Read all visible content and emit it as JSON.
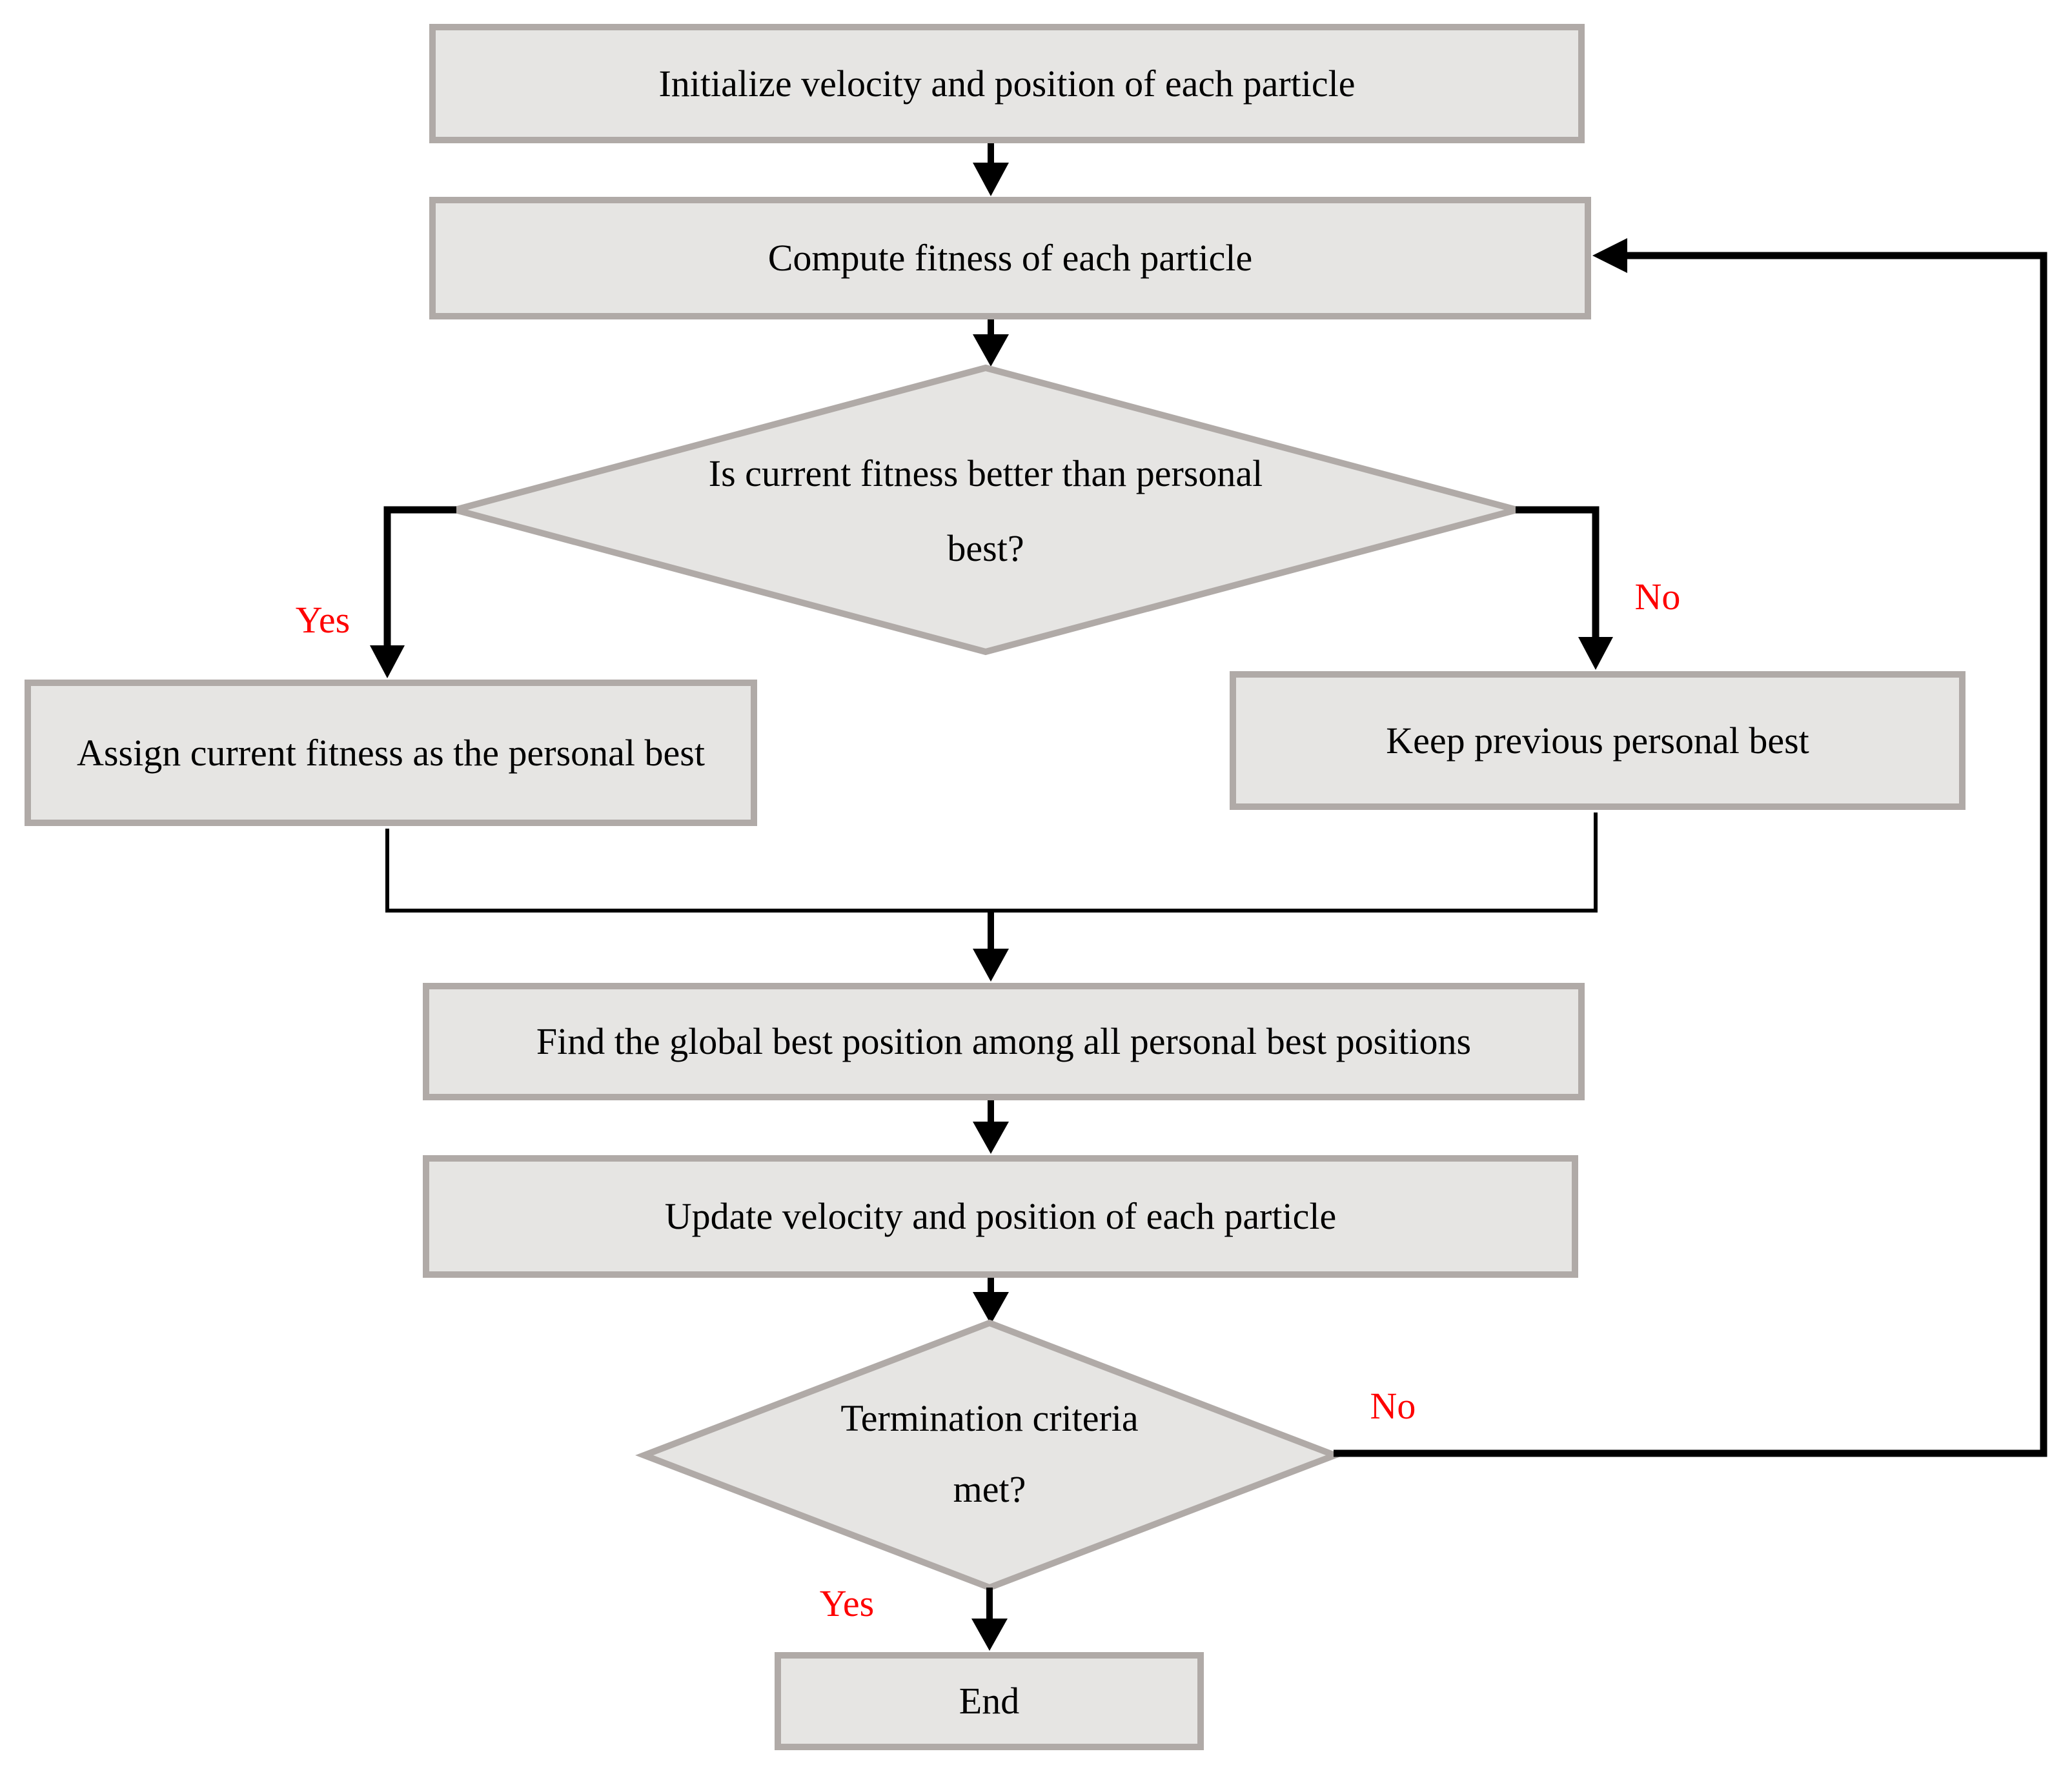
{
  "diagram": {
    "kind": "flowchart",
    "background": "#ffffff",
    "colors": {
      "node_fill": "#e6e5e3",
      "node_border": "#b0aaa7",
      "connector": "#000000",
      "branch_label": "#fe0000",
      "text": "#000000"
    },
    "nodes": {
      "init": {
        "shape": "process",
        "label": "Initialize velocity and position of each particle"
      },
      "compute": {
        "shape": "process",
        "label": "Compute fitness of each particle"
      },
      "fitness_dec": {
        "shape": "decision",
        "label": "Is current fitness better than personal best?"
      },
      "assign": {
        "shape": "process",
        "label": "Assign current fitness as the personal best"
      },
      "keep": {
        "shape": "process",
        "label": "Keep previous personal best"
      },
      "global": {
        "shape": "process",
        "label": "Find the global best position among all personal best positions"
      },
      "update": {
        "shape": "process",
        "label": "Update velocity and position of each particle"
      },
      "term_dec": {
        "shape": "decision",
        "label": "Termination criteria met?"
      },
      "end": {
        "shape": "process",
        "label": "End"
      }
    },
    "edges": [
      {
        "from": "init",
        "to": "compute",
        "label": ""
      },
      {
        "from": "compute",
        "to": "fitness_dec",
        "label": ""
      },
      {
        "from": "fitness_dec",
        "to": "assign",
        "label": "Yes"
      },
      {
        "from": "fitness_dec",
        "to": "keep",
        "label": "No"
      },
      {
        "from": "assign",
        "to": "global",
        "label": ""
      },
      {
        "from": "keep",
        "to": "global",
        "label": ""
      },
      {
        "from": "global",
        "to": "update",
        "label": ""
      },
      {
        "from": "update",
        "to": "term_dec",
        "label": ""
      },
      {
        "from": "term_dec",
        "to": "end",
        "label": "Yes"
      },
      {
        "from": "term_dec",
        "to": "compute",
        "label": "No"
      }
    ]
  }
}
